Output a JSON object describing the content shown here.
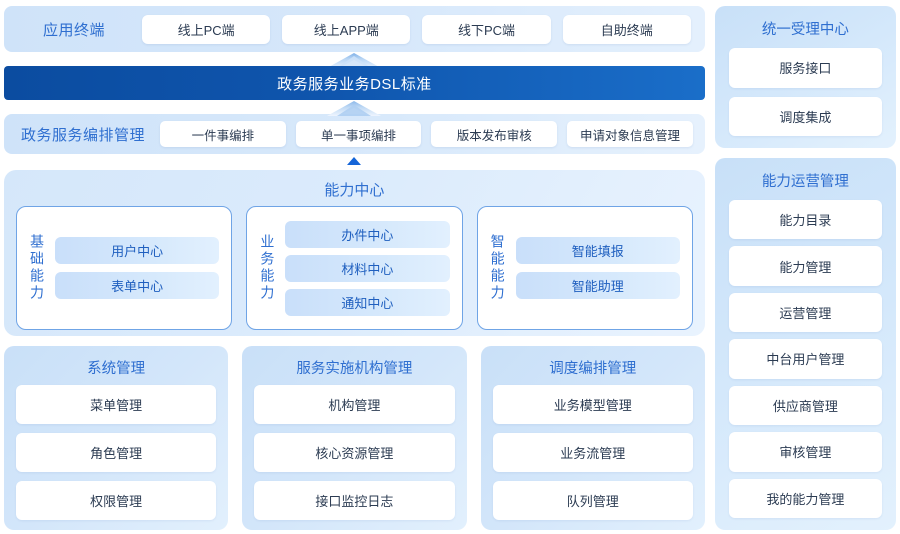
{
  "terminals": {
    "title": "应用终端",
    "items": [
      "线上PC端",
      "线上APP端",
      "线下PC端",
      "自助终端"
    ]
  },
  "dsl_bar": {
    "label": "政务服务业务DSL标准",
    "color": "#0b4ca0"
  },
  "orchestration": {
    "title": "政务服务编排管理",
    "items": [
      "一件事编排",
      "单一事项编排",
      "版本发布审核",
      "申请对象信息管理"
    ]
  },
  "capability_center": {
    "title": "能力中心",
    "cards": [
      {
        "label": "基础能力",
        "items": [
          "用户中心",
          "表单中心"
        ]
      },
      {
        "label": "业务能力",
        "items": [
          "办件中心",
          "材料中心",
          "通知中心"
        ]
      },
      {
        "label": "智能能力",
        "items": [
          "智能填报",
          "智能助理"
        ]
      }
    ]
  },
  "management_panels": [
    {
      "title": "系统管理",
      "items": [
        "菜单管理",
        "角色管理",
        "权限管理"
      ]
    },
    {
      "title": "服务实施机构管理",
      "items": [
        "机构管理",
        "核心资源管理",
        "接口监控日志"
      ]
    },
    {
      "title": "调度编排管理",
      "items": [
        "业务模型管理",
        "业务流管理",
        "队列管理"
      ]
    }
  ],
  "side_panels": {
    "accept": {
      "title": "统一受理中心",
      "items": [
        "服务接口",
        "调度集成"
      ]
    },
    "ops": {
      "title": "能力运营管理",
      "items": [
        "能力目录",
        "能力管理",
        "运营管理",
        "中台用户管理",
        "供应商管理",
        "审核管理",
        "我的能力管理"
      ]
    }
  },
  "theme": {
    "title_blue": "#2f6fd0",
    "panel_blue": "#cfe3f9",
    "text_dark": "#2b3b52",
    "card_border": "#6fa4e6"
  }
}
